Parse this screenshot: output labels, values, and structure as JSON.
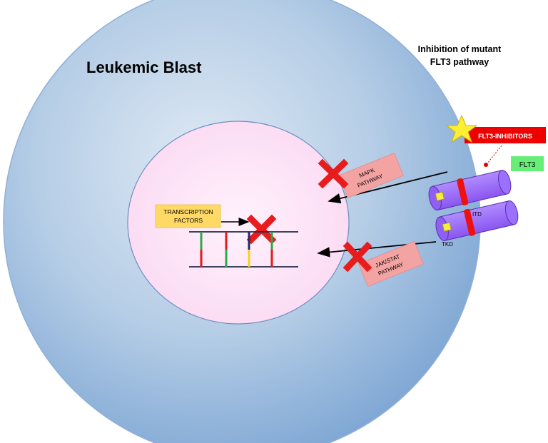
{
  "cell_title": "Leukemic Blast",
  "pathway_title": {
    "line1": "Inhibition of mutant",
    "line2": "FLT3 pathway"
  },
  "inhibitors_label": "FLT3-INHIBITORS",
  "flt3_label": "FLT3",
  "itd_label": "ITD",
  "tkd_label": "TKD",
  "mapk_label": {
    "line1": "MAPK",
    "line2": "PATHWAY"
  },
  "jakstat_label": {
    "line1": "JAK/STAT",
    "line2": "PATHWAY"
  },
  "transcription_label": {
    "line1": "TRANSCRIPTION",
    "line2": "FACTORS"
  },
  "colors": {
    "cell_fill": "#b7cfe6",
    "nucleus_fill": "#fcdff5",
    "inhibitor_red": "#ee0000",
    "flt3_green": "#66ee77",
    "pathway_pink": "#f4a3a3",
    "tf_yellow": "#ffd966",
    "receptor_purple": "#9966ff",
    "cross_red": "#e81c1c",
    "star_yellow": "#ffee33"
  },
  "icons": [
    "star-icon",
    "red-x-icon",
    "receptor-icon",
    "dna-icon"
  ]
}
